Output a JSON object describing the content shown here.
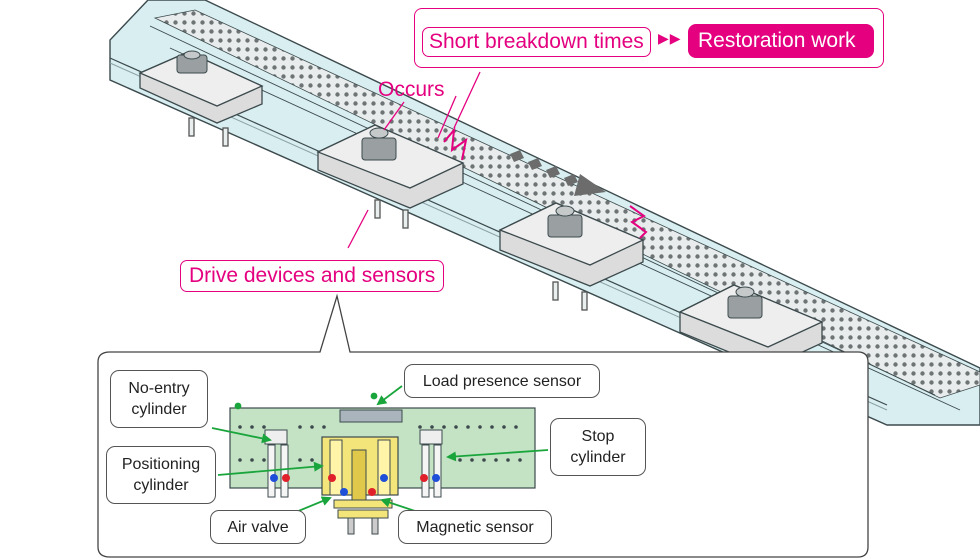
{
  "diagram": {
    "top_callout": {
      "cause": "Short breakdown times",
      "separator_icon": "double-triangle-arrow",
      "effect": "Restoration work"
    },
    "occurs_label": "Occurs",
    "drive_label": "Drive devices and sensors",
    "detail": {
      "no_entry_cylinder": "No-entry\ncylinder",
      "load_presence_sensor": "Load presence sensor",
      "positioning_cylinder": "Positioning\ncylinder",
      "stop_cylinder": "Stop\ncylinder",
      "air_valve": "Air valve",
      "magnetic_sensor": "Magnetic sensor"
    },
    "colors": {
      "accent_pink": "#e4007f",
      "leader_green": "#1aa53c",
      "rail_fill": "#d8eef0",
      "detail_panel": "#c4e3c4"
    }
  }
}
